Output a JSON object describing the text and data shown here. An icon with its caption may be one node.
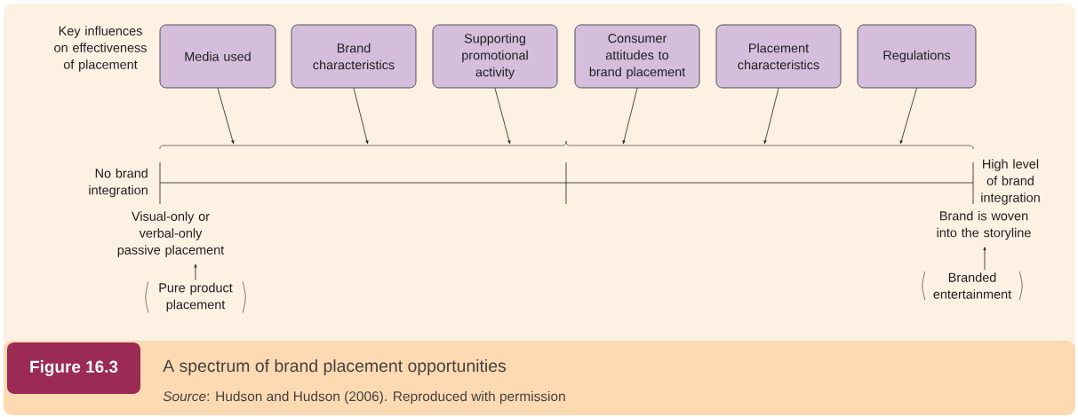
{
  "diagram": {
    "title": "A spectrum of brand placement opportunities",
    "caption": "*Source*: Hudson and Hudson (2006). Reproduced with permission",
    "nodes": [
      {
        "text": [
          "Media used"
        ]
      },
      {
        "text": [
          "Brand characteristics"
        ]
      },
      {
        "text": [
          "Supporting promotional activity"
        ]
      },
      {
        "text": [
          "Consumer attitudes to brand placement"
        ]
      },
      {
        "text": [
          "Placement characteristics"
        ]
      },
      {
        "text": [
          "Regulations"
        ]
      },
      {
        "text": [
          "Visual-only or verbal-only passive placement"
        ]
      },
      {
        "text": [
          "Pure product placement"
        ]
      },
      {
        "text": [
          "Brand is woven into the storyline"
        ]
      },
      {
        "text": [
          "Branded entertainment"
        ]
      }
    ],
    "edges": [
      {
        "from": 0,
        "to": null,
        "arrow": "to"
      },
      {
        "from": 1,
        "to": null,
        "arrow": "to"
      },
      {
        "from": 2,
        "to": null,
        "arrow": "to"
      },
      {
        "from": 3,
        "to": null,
        "arrow": "to"
      },
      {
        "from": 4,
        "to": null,
        "arrow": "to"
      },
      {
        "from": 5,
        "to": null,
        "arrow": "to"
      },
      {
        "from": 7,
        "to": 6,
        "arrow": "to"
      },
      {
        "from": 9,
        "to": 8,
        "arrow": "to"
      }
    ],
    "labels": [
      "Key influences on effectiveness of placement",
      "No brand integration",
      "High level of brand integration",
      "Figure 16.3"
    ]
  }
}
